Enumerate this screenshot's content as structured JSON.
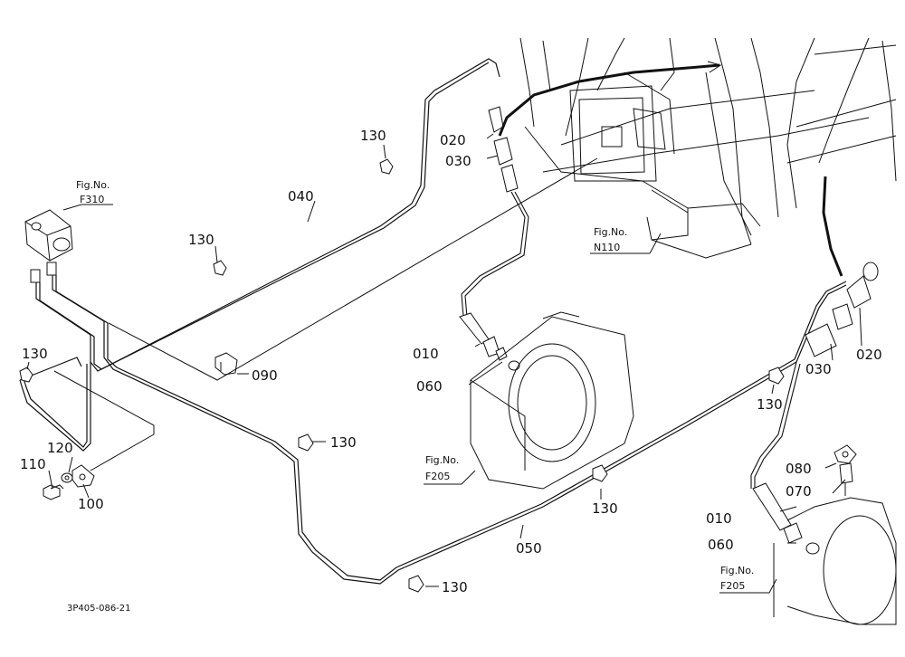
{
  "callouts": [
    {
      "id": "010",
      "text": "010"
    },
    {
      "id": "010b",
      "text": "010"
    },
    {
      "id": "020",
      "text": "020"
    },
    {
      "id": "020b",
      "text": "020"
    },
    {
      "id": "030",
      "text": "030"
    },
    {
      "id": "030b",
      "text": "030"
    },
    {
      "id": "040",
      "text": "040"
    },
    {
      "id": "050",
      "text": "050"
    },
    {
      "id": "060",
      "text": "060"
    },
    {
      "id": "060b",
      "text": "060"
    },
    {
      "id": "070",
      "text": "070"
    },
    {
      "id": "080",
      "text": "080"
    },
    {
      "id": "090",
      "text": "090"
    },
    {
      "id": "100",
      "text": "100"
    },
    {
      "id": "110",
      "text": "110"
    },
    {
      "id": "120",
      "text": "120"
    },
    {
      "id": "130a",
      "text": "130"
    },
    {
      "id": "130b",
      "text": "130"
    },
    {
      "id": "130c",
      "text": "130"
    },
    {
      "id": "130d",
      "text": "130"
    },
    {
      "id": "130e",
      "text": "130"
    },
    {
      "id": "130f",
      "text": "130"
    },
    {
      "id": "130g",
      "text": "130"
    }
  ],
  "figure_refs": [
    {
      "label": "Fig.No.",
      "number": "F310"
    },
    {
      "label": "Fig.No.",
      "number": "N110"
    },
    {
      "label": "Fig.No.",
      "number": "F205"
    },
    {
      "label": "Fig.No.",
      "number": "F205"
    }
  ],
  "drawing_id": "3P405-086-21"
}
